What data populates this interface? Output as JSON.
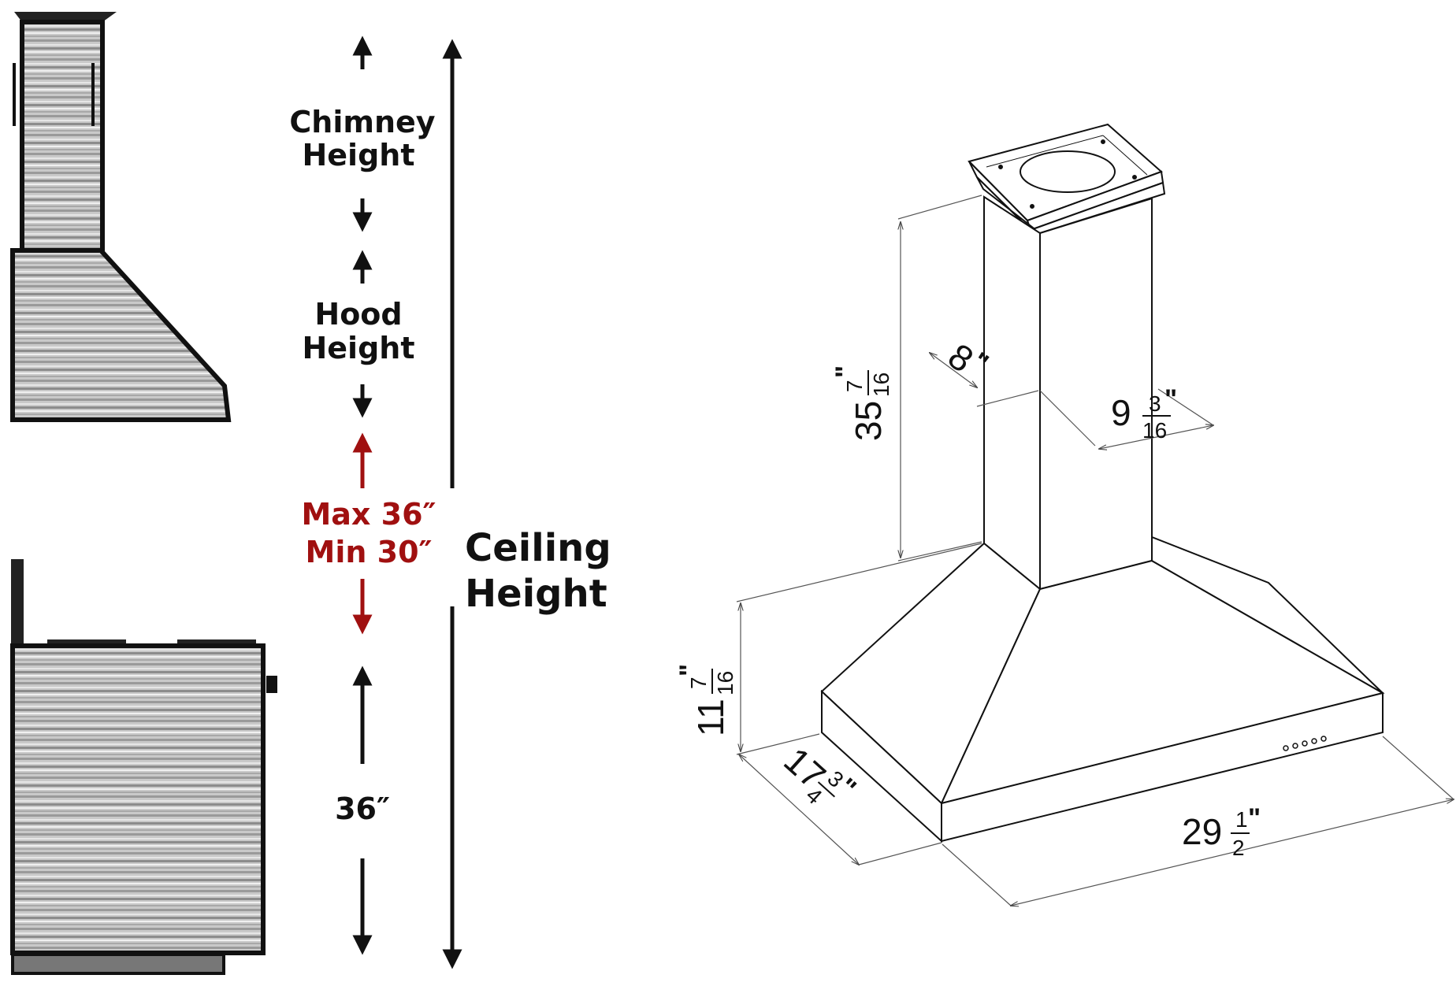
{
  "left_diagram": {
    "chimney_label_line1": "Chimney",
    "chimney_label_line2": "Height",
    "hood_label_line1": "Hood",
    "hood_label_line2": "Height",
    "max_label": "Max 36″",
    "min_label": "Min 30″",
    "counter_label": "36″",
    "ceiling_label_line1": "Ceiling",
    "ceiling_label_line2": "Height",
    "accent_color": "#a01010"
  },
  "right_diagram": {
    "chimney_height": {
      "whole": "35",
      "num": "7",
      "den": "16"
    },
    "chimney_depth": {
      "whole": "8"
    },
    "chimney_width": {
      "whole": "9",
      "num": "3",
      "den": "16"
    },
    "hood_height": {
      "whole": "11",
      "num": "7",
      "den": "16"
    },
    "hood_depth": {
      "whole": "17",
      "num": "3",
      "den": "4"
    },
    "hood_width": {
      "whole": "29",
      "num": "1",
      "den": "2"
    },
    "inch_mark": "\""
  }
}
